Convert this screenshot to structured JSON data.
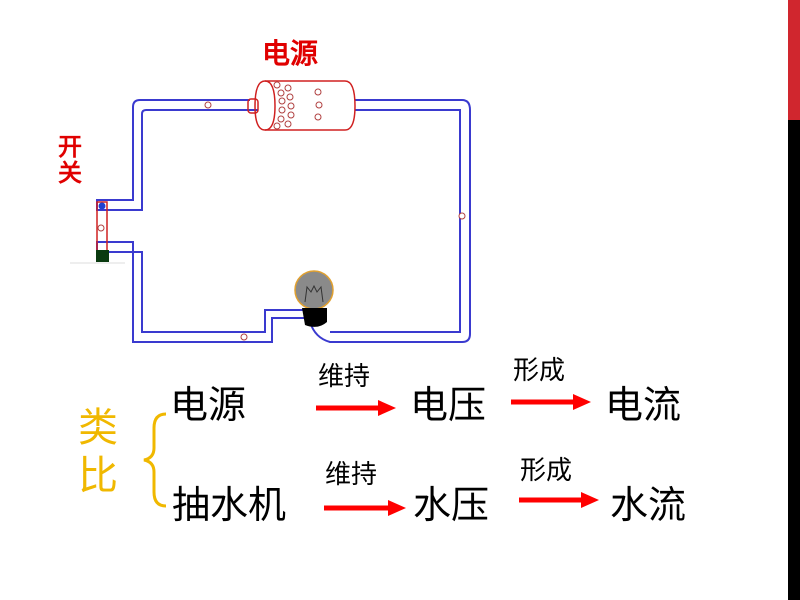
{
  "circuit": {
    "power_label": "电源",
    "switch_label": "开关"
  },
  "analogy": {
    "label": "类比",
    "row1": {
      "source": "电源",
      "verb1": "维持",
      "mid": "电压",
      "verb2": "形成",
      "result": "电流"
    },
    "row2": {
      "source": "抽水机",
      "verb1": "维持",
      "mid": "水压",
      "verb2": "形成",
      "result": "水流"
    }
  },
  "colors": {
    "accent_red": "#d0262e",
    "arrow": "#ff0000",
    "wire": "#3a3acf",
    "analogy": "#f0b800"
  }
}
